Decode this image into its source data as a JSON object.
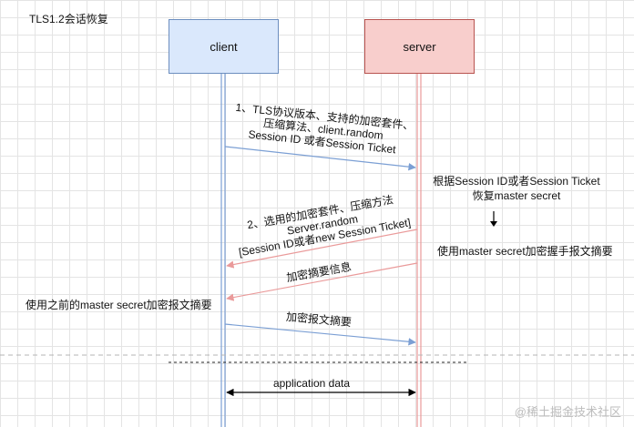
{
  "title": "TLS1.2会话恢复",
  "participants": {
    "client": "client",
    "server": "server"
  },
  "messages": [
    {
      "lines": [
        "1、TLS协议版本、支持的加密套件、",
        "压缩算法、client.random",
        "Session ID 或者Session Ticket"
      ],
      "direction": "client-to-server",
      "color": "#7b9fd4"
    },
    {
      "lines": [
        "2、选用的加密套件、压缩方法",
        "Server.random",
        "[Session ID或者new Session Ticket]"
      ],
      "direction": "server-to-client",
      "color": "#ea9a9a"
    },
    {
      "lines": [
        "加密摘要信息"
      ],
      "direction": "server-to-client",
      "color": "#ea9a9a"
    },
    {
      "lines": [
        "加密报文摘要"
      ],
      "direction": "client-to-server",
      "color": "#7b9fd4"
    },
    {
      "lines": [
        "application data"
      ],
      "direction": "bidirectional",
      "color": "#000000"
    }
  ],
  "notes": {
    "server_recover_1": "根据Session ID或者Session Ticket",
    "server_recover_2": "恢复master secret",
    "server_digest": "使用master secret加密握手报文摘要",
    "client_digest": "使用之前的master secret加密报文摘要"
  },
  "watermark": "@稀土掘金技术社区"
}
